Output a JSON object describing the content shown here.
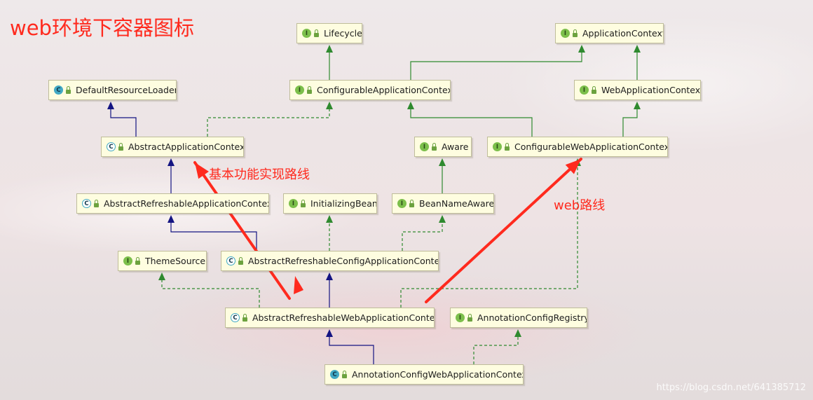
{
  "title": "web环境下容器图标",
  "nodes": {
    "lifecycle": {
      "label": "Lifecycle",
      "kind": "I"
    },
    "application_context": {
      "label": "ApplicationContext",
      "kind": "I"
    },
    "default_resource_loader": {
      "label": "DefaultResourceLoader",
      "kind": "C"
    },
    "configurable_application_context": {
      "label": "ConfigurableApplicationContext",
      "kind": "I"
    },
    "web_application_context": {
      "label": "WebApplicationContext",
      "kind": "I"
    },
    "abstract_application_context": {
      "label": "AbstractApplicationContext",
      "kind": "C"
    },
    "aware": {
      "label": "Aware",
      "kind": "I"
    },
    "configurable_web_application_context": {
      "label": "ConfigurableWebApplicationContext",
      "kind": "I"
    },
    "abstract_refreshable_application_context": {
      "label": "AbstractRefreshableApplicationContext",
      "kind": "C"
    },
    "initializing_bean": {
      "label": "InitializingBean",
      "kind": "I"
    },
    "bean_name_aware": {
      "label": "BeanNameAware",
      "kind": "I"
    },
    "theme_source": {
      "label": "ThemeSource",
      "kind": "I"
    },
    "abstract_refreshable_config_application_context": {
      "label": "AbstractRefreshableConfigApplicationContext",
      "kind": "C"
    },
    "abstract_refreshable_web_application_context": {
      "label": "AbstractRefreshableWebApplicationContext",
      "kind": "C"
    },
    "annotation_config_registry": {
      "label": "AnnotationConfigRegistry",
      "kind": "I"
    },
    "annotation_config_web_application_context": {
      "label": "AnnotationConfigWebApplicationContext",
      "kind": "C"
    }
  },
  "annotations": {
    "basic_route": "基本功能实现路线",
    "web_route": "web路线"
  },
  "watermark": "https://blog.csdn.net/641385712",
  "colors": {
    "extends_edge": "#141482",
    "implements_edge": "#2f8a2f",
    "annotation": "#ff2a1e",
    "node_fill": "#fefde0",
    "interface_badge": "#7cbf4b",
    "class_badge": "#41a9c4"
  }
}
